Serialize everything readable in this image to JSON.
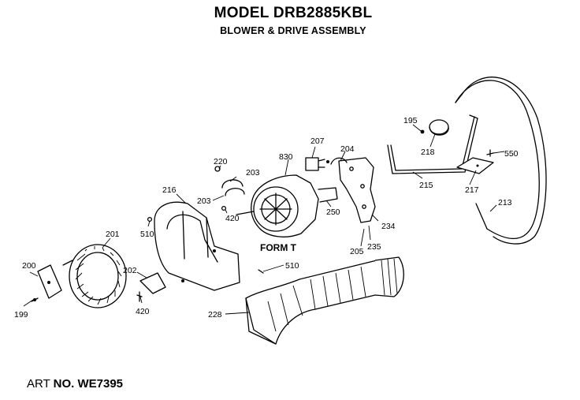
{
  "header": {
    "model": "MODEL DRB2885KBL",
    "subtitle": "BLOWER & DRIVE ASSEMBLY"
  },
  "footer": {
    "art_prefix": "ART",
    "art_number": "NO. WE7395"
  },
  "parts": {
    "p200": "200",
    "p199": "199",
    "p201": "201",
    "p202": "202",
    "p420a": "420",
    "p510a": "510",
    "p216": "216",
    "p220": "220",
    "p203a": "203",
    "p203b": "203",
    "p420b": "420",
    "p830": "830",
    "p207": "207",
    "p204": "204",
    "p250": "250",
    "form": "FORM T",
    "p205": "205",
    "p234": "234",
    "p235": "235",
    "p510b": "510",
    "p228": "228",
    "p195": "195",
    "p218": "218",
    "p215": "215",
    "p550": "550",
    "p217": "217",
    "p213": "213"
  }
}
